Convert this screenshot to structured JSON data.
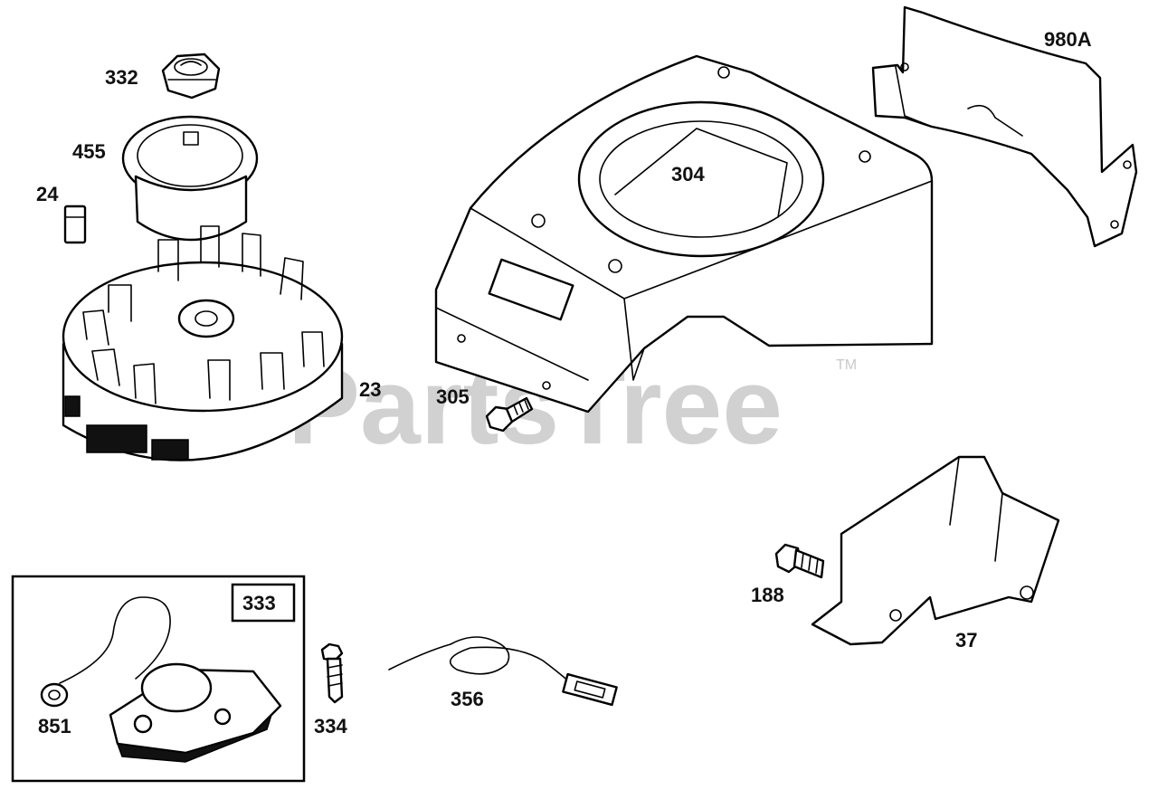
{
  "watermark": {
    "text": "PartsTree",
    "trademark": "TM"
  },
  "callouts": {
    "p332": "332",
    "p455": "455",
    "p24": "24",
    "p23": "23",
    "p304": "304",
    "p305": "305",
    "p980a": "980A",
    "p188": "188",
    "p37": "37",
    "p333": "333",
    "p851": "851",
    "p334": "334",
    "p356": "356"
  }
}
